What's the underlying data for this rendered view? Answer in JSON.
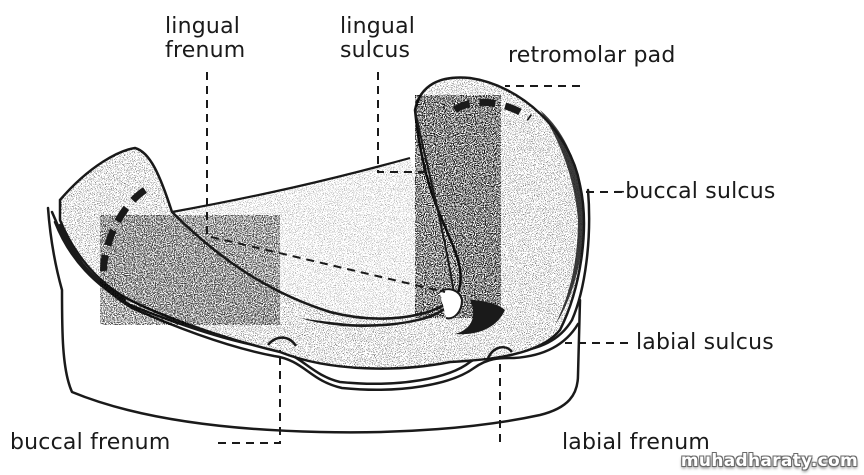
{
  "labels": {
    "lingual_frenum": [
      "lingual",
      "frenum"
    ],
    "lingual_sulcus": [
      "lingual",
      "sulcus"
    ],
    "retromolar_pad": "retromolar pad",
    "buccal_sulcus": "–buccal sulcus",
    "labial_sulcus": "labial sulcus",
    "buccal_frenum": "buccal frenum",
    "labial_frenum": "labial frenum"
  },
  "watermark": "muhadharaty.com",
  "colors": {
    "ink": "#1a1a1a",
    "paper": "#ffffff",
    "watermark_fill": "#ffffff",
    "watermark_shadow": "#6a6a6a"
  }
}
